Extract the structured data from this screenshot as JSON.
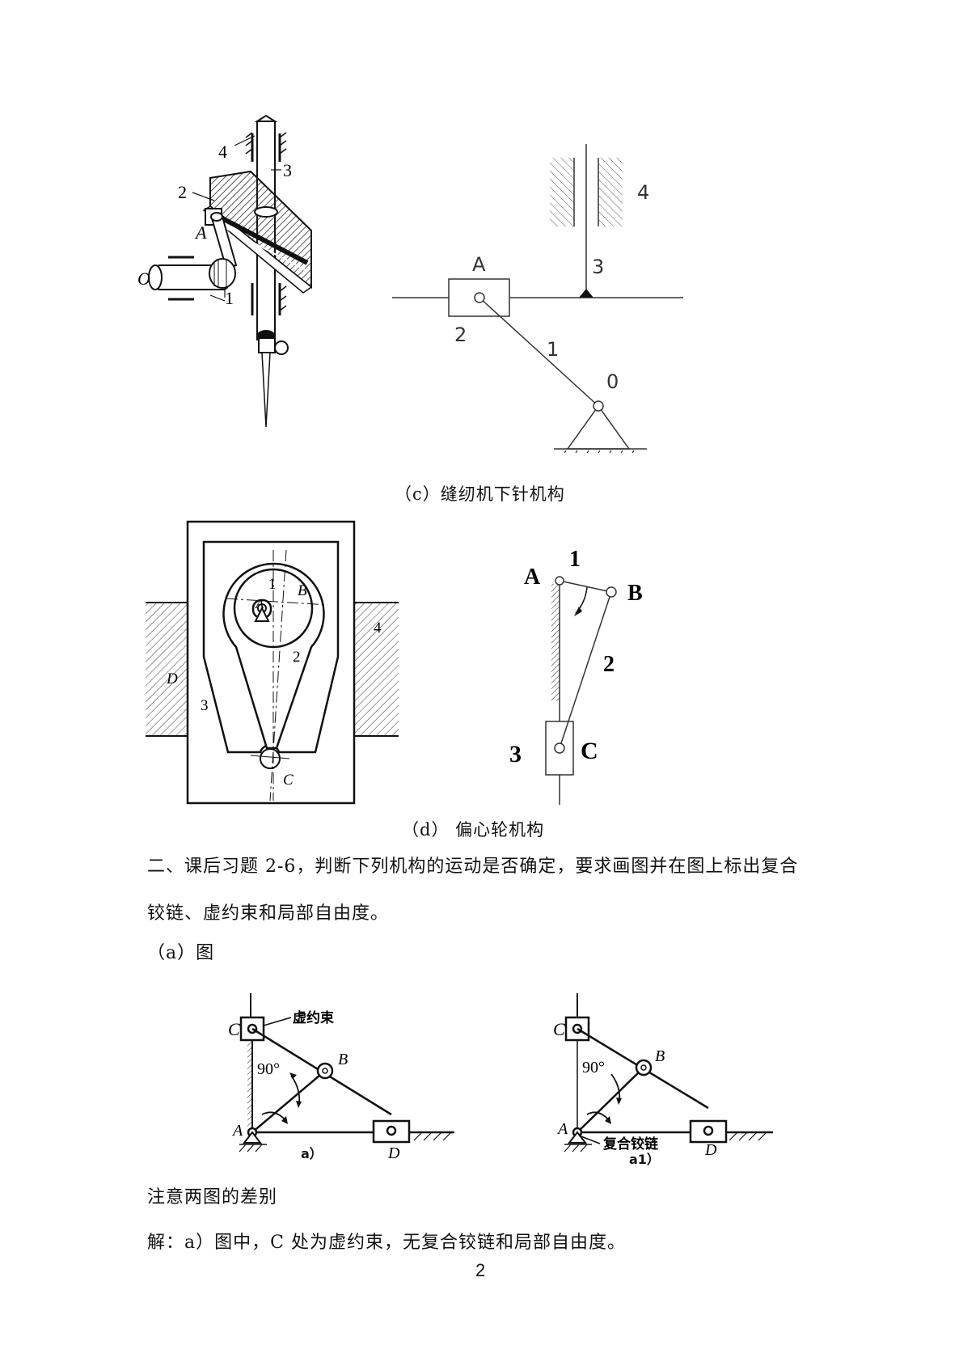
{
  "fig_c": {
    "caption": "（c）缝纫机下针机构",
    "pictorial_labels": [
      "4",
      "3",
      "2",
      "A",
      "O",
      "1"
    ],
    "schematic_labels": [
      "A",
      "3",
      "4",
      "2",
      "1",
      "0"
    ]
  },
  "fig_d": {
    "caption": "（d） 偏心轮机构",
    "pictorial_labels": [
      "1",
      "B",
      "A",
      "2",
      "4",
      "D",
      "3",
      "C"
    ],
    "schematic_labels": [
      "A",
      "1",
      "B",
      "2",
      "3",
      "C"
    ]
  },
  "section2": {
    "line1": "二、课后习题 2-6，判断下列机构的运动是否确定，要求画图并在图上标出复合",
    "line2": "铰链、虚约束和局部自由度。",
    "sub_a": "（a）图"
  },
  "fig_a": {
    "left": {
      "labels": [
        "C",
        "B",
        "A",
        "D"
      ],
      "angle": "90°",
      "callout": "虚约束",
      "tag": "a）"
    },
    "right": {
      "labels": [
        "C",
        "B",
        "A",
        "D"
      ],
      "angle": "90°",
      "callout": "复合铰链",
      "tag": "a1）"
    }
  },
  "note": "注意两图的差别",
  "solution": "解：a）图中，C 处为虚约束，无复合铰链和局部自由度。",
  "page_number": "2"
}
